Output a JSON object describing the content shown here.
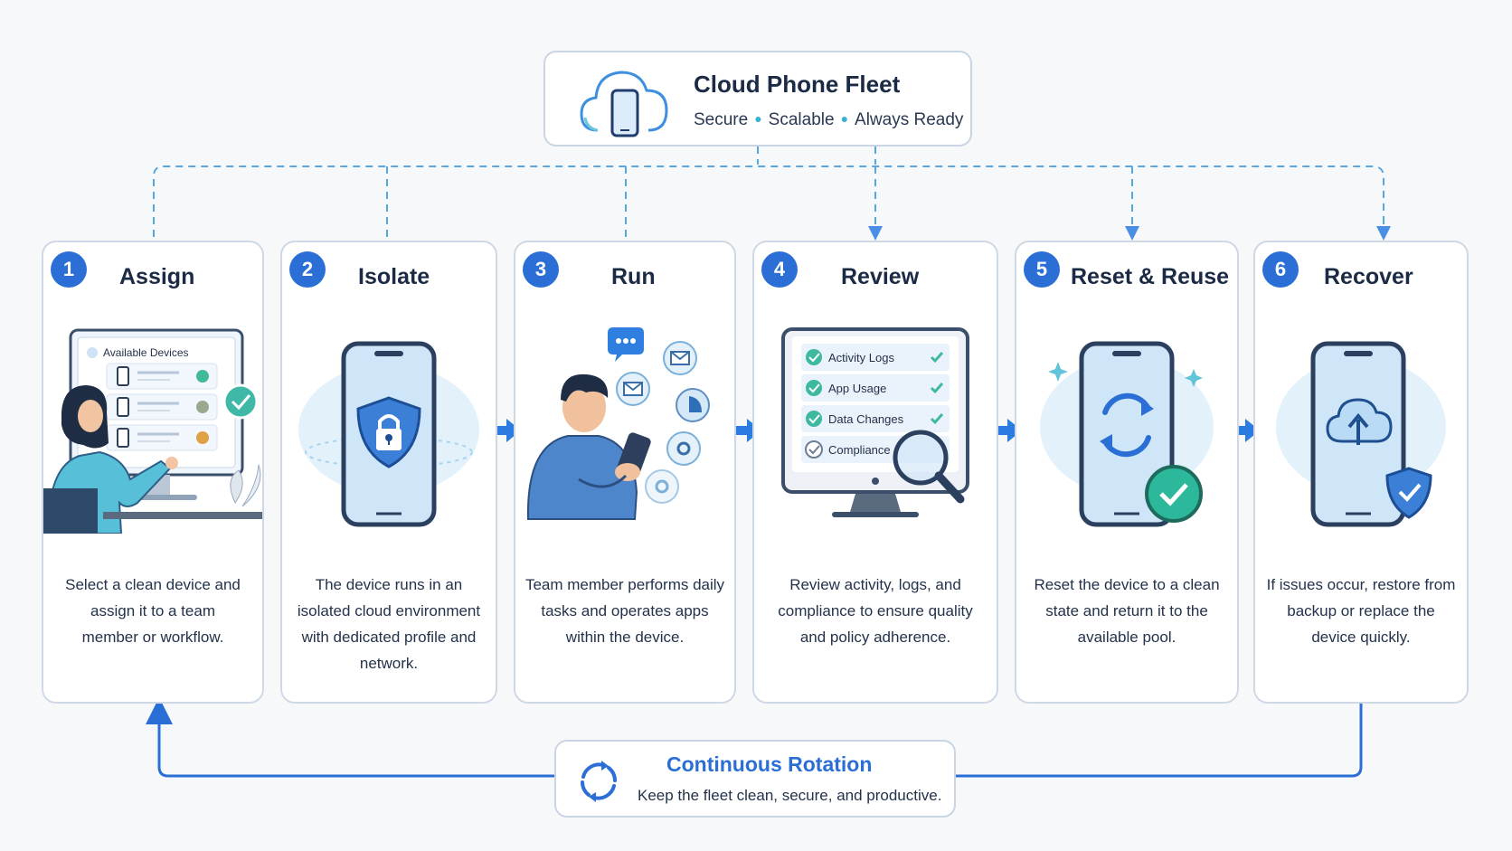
{
  "header": {
    "title": "Cloud Phone Fleet",
    "tags": [
      "Secure",
      "Scalable",
      "Always Ready"
    ]
  },
  "steps": [
    {
      "number": "1",
      "title": "Assign",
      "description": "Select a clean device and assign it to a team member or workflow.",
      "icon": "person-selecting-device-illustration"
    },
    {
      "number": "2",
      "title": "Isolate",
      "description": "The device runs in an isolated cloud environment with dedicated profile and network.",
      "icon": "phone-shield-lock-illustration"
    },
    {
      "number": "3",
      "title": "Run",
      "description": "Team member performs daily tasks and operates apps within the device.",
      "icon": "person-using-phone-illustration"
    },
    {
      "number": "4",
      "title": "Review",
      "description": "Review activity, logs, and compliance to ensure quality and policy adherence.",
      "icon": "monitor-checklist-magnifier-illustration"
    },
    {
      "number": "5",
      "title": "Reset & Reuse",
      "description": "Reset the device to a clean state and return it to the available pool.",
      "icon": "phone-refresh-check-illustration"
    },
    {
      "number": "6",
      "title": "Recover",
      "description": "If issues occur, restore from backup or replace the device quickly.",
      "icon": "phone-cloud-upload-shield-illustration"
    }
  ],
  "assign_panel": {
    "label": "Available Devices"
  },
  "review_checklist": [
    "Activity Logs",
    "App Usage",
    "Data Changes",
    "Compliance"
  ],
  "footer": {
    "title": "Continuous Rotation",
    "subtitle": "Keep the fleet clean, secure, and productive."
  },
  "colors": {
    "accent": "#2b6fd6",
    "teal": "#2cb89a",
    "light_blue": "#d6e9f8",
    "border": "#cfd9e5"
  }
}
